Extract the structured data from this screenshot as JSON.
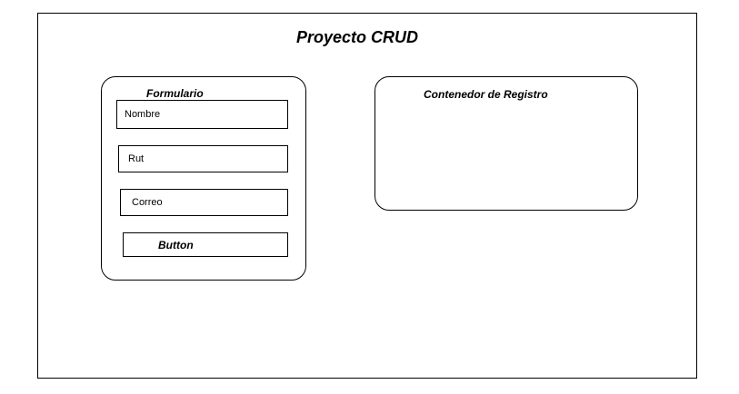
{
  "page": {
    "title": "Proyecto CRUD"
  },
  "form": {
    "title": "Formulario",
    "fields": [
      {
        "label": "Nombre"
      },
      {
        "label": "Rut"
      },
      {
        "label": "Correo"
      }
    ],
    "button_label": "Button"
  },
  "registry": {
    "title": "Contenedor de Registro"
  }
}
